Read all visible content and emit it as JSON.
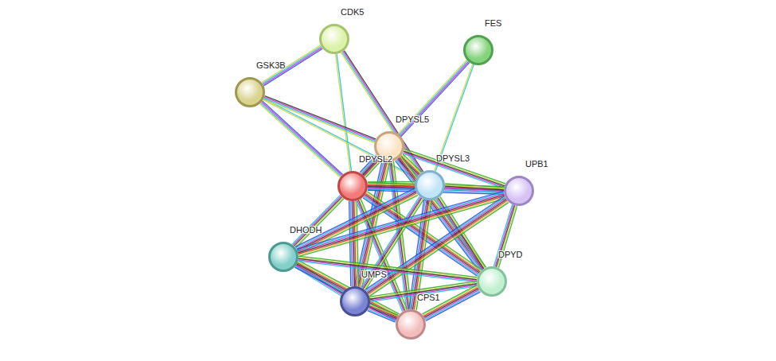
{
  "diagram": {
    "nodes": [
      {
        "text": [
          "CDK5"
        ]
      },
      {
        "text": [
          "FES"
        ]
      },
      {
        "text": [
          "GSK3B"
        ]
      },
      {
        "text": [
          "DPYSL5"
        ]
      },
      {
        "text": [
          "DPYSL2"
        ]
      },
      {
        "text": [
          "DPYSL3"
        ]
      },
      {
        "text": [
          "UPB1"
        ]
      },
      {
        "text": [
          "DHODH"
        ]
      },
      {
        "text": [
          "DPYD"
        ]
      },
      {
        "text": [
          "UMPS"
        ]
      },
      {
        "text": [
          "CPS1"
        ]
      }
    ],
    "edges": [
      {
        "from": 0,
        "to": 2,
        "arrow": "none"
      },
      {
        "from": 0,
        "to": 4,
        "arrow": "none"
      },
      {
        "from": 0,
        "to": 5,
        "arrow": "none"
      },
      {
        "from": 2,
        "to": 4,
        "arrow": "none"
      },
      {
        "from": 2,
        "to": 5,
        "arrow": "none"
      },
      {
        "from": 2,
        "to": 3,
        "arrow": "none"
      },
      {
        "from": 1,
        "to": 4,
        "arrow": "none"
      },
      {
        "from": 1,
        "to": 5,
        "arrow": "none"
      },
      {
        "from": 3,
        "to": 4,
        "arrow": "none"
      },
      {
        "from": 3,
        "to": 5,
        "arrow": "none"
      },
      {
        "from": 3,
        "to": 6,
        "arrow": "none"
      },
      {
        "from": 3,
        "to": 8,
        "arrow": "none"
      },
      {
        "from": 3,
        "to": 10,
        "arrow": "none"
      },
      {
        "from": 3,
        "to": 9,
        "arrow": "none"
      },
      {
        "from": 4,
        "to": 5,
        "arrow": "none"
      },
      {
        "from": 4,
        "to": 6,
        "arrow": "none"
      },
      {
        "from": 4,
        "to": 7,
        "arrow": "none"
      },
      {
        "from": 4,
        "to": 9,
        "arrow": "none"
      },
      {
        "from": 4,
        "to": 10,
        "arrow": "none"
      },
      {
        "from": 4,
        "to": 8,
        "arrow": "none"
      },
      {
        "from": 5,
        "to": 6,
        "arrow": "none"
      },
      {
        "from": 5,
        "to": 7,
        "arrow": "none"
      },
      {
        "from": 5,
        "to": 9,
        "arrow": "none"
      },
      {
        "from": 5,
        "to": 10,
        "arrow": "none"
      },
      {
        "from": 5,
        "to": 8,
        "arrow": "none"
      },
      {
        "from": 6,
        "to": 7,
        "arrow": "none"
      },
      {
        "from": 6,
        "to": 8,
        "arrow": "none"
      },
      {
        "from": 6,
        "to": 9,
        "arrow": "none"
      },
      {
        "from": 7,
        "to": 9,
        "arrow": "none"
      },
      {
        "from": 7,
        "to": 10,
        "arrow": "none"
      },
      {
        "from": 7,
        "to": 8,
        "arrow": "none"
      },
      {
        "from": 9,
        "to": 10,
        "arrow": "none"
      },
      {
        "from": 9,
        "to": 8,
        "arrow": "none"
      },
      {
        "from": 10,
        "to": 8,
        "arrow": "none"
      }
    ]
  }
}
